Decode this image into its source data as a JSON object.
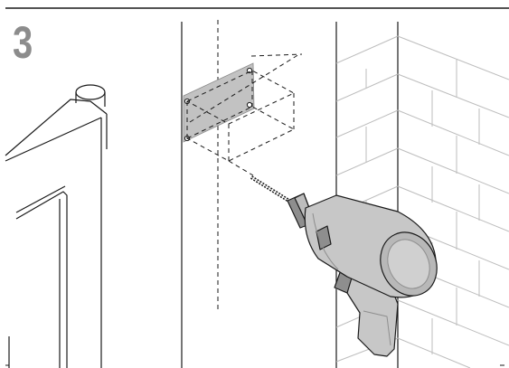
{
  "step": {
    "number": "3"
  },
  "illustration": {
    "parts": [
      "cabinet",
      "wall-mounting-bracket",
      "drill-guide-lines",
      "tiled-wall",
      "power-drill"
    ],
    "colors": {
      "line": "#1a1a1a",
      "bracket_fill": "#c2c2c2",
      "drill_body": "#c7c7c7",
      "drill_dark": "#8e8e8e",
      "tile_line": "#bdbdbd",
      "step_number": "#8c8c8c"
    }
  }
}
